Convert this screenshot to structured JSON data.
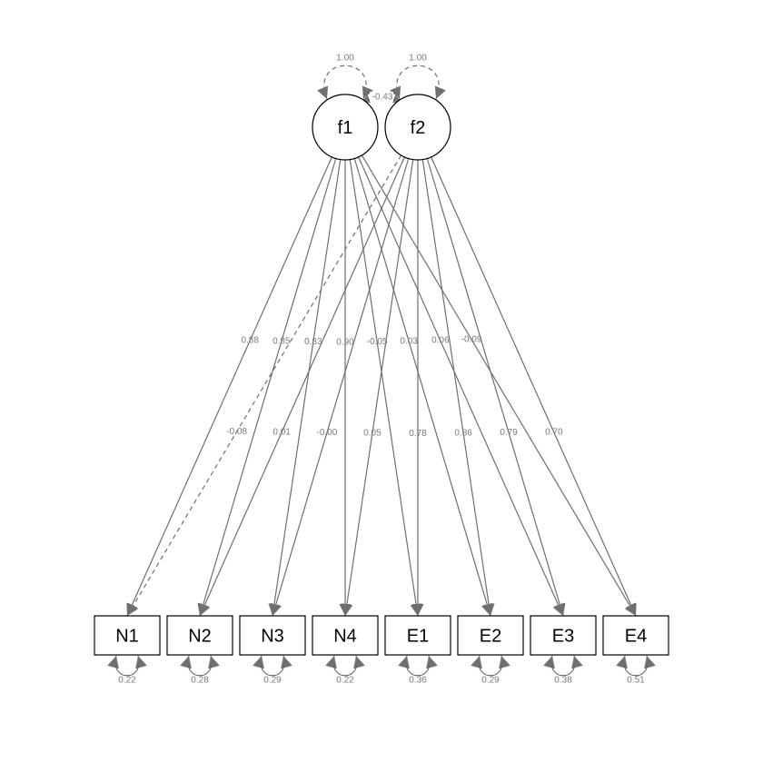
{
  "diagram": {
    "latents": [
      {
        "id": "f1",
        "label": "f1",
        "variance": "1.00"
      },
      {
        "id": "f2",
        "label": "f2",
        "variance": "1.00"
      }
    ],
    "covariance": {
      "from": "f1",
      "to": "f2",
      "label": "-0.43",
      "dashed": true
    },
    "indicators": [
      {
        "id": "N1",
        "label": "N1",
        "residual": "0.22"
      },
      {
        "id": "N2",
        "label": "N2",
        "residual": "0.28"
      },
      {
        "id": "N3",
        "label": "N3",
        "residual": "0.29"
      },
      {
        "id": "N4",
        "label": "N4",
        "residual": "0.22"
      },
      {
        "id": "E1",
        "label": "E1",
        "residual": "0.36"
      },
      {
        "id": "E2",
        "label": "E2",
        "residual": "0.29"
      },
      {
        "id": "E3",
        "label": "E3",
        "residual": "0.38"
      },
      {
        "id": "E4",
        "label": "E4",
        "residual": "0.51"
      }
    ],
    "loadings": [
      {
        "from": "f1",
        "to": "N1",
        "label": "0.88",
        "dashed": false
      },
      {
        "from": "f1",
        "to": "N2",
        "label": "0.85",
        "dashed": false
      },
      {
        "from": "f1",
        "to": "N3",
        "label": "0.83",
        "dashed": false
      },
      {
        "from": "f1",
        "to": "N4",
        "label": "0.90",
        "dashed": false
      },
      {
        "from": "f1",
        "to": "E1",
        "label": "-0.05",
        "dashed": false
      },
      {
        "from": "f1",
        "to": "E2",
        "label": "0.03",
        "dashed": false
      },
      {
        "from": "f1",
        "to": "E3",
        "label": "0.06",
        "dashed": false
      },
      {
        "from": "f1",
        "to": "E4",
        "label": "-0.09",
        "dashed": false
      },
      {
        "from": "f2",
        "to": "N1",
        "label": "-0.08",
        "dashed": true
      },
      {
        "from": "f2",
        "to": "N2",
        "label": "0.01",
        "dashed": false
      },
      {
        "from": "f2",
        "to": "N3",
        "label": "-0.00",
        "dashed": false
      },
      {
        "from": "f2",
        "to": "N4",
        "label": "0.05",
        "dashed": false
      },
      {
        "from": "f2",
        "to": "E1",
        "label": "0.78",
        "dashed": false
      },
      {
        "from": "f2",
        "to": "E2",
        "label": "0.86",
        "dashed": false
      },
      {
        "from": "f2",
        "to": "E3",
        "label": "0.79",
        "dashed": false
      },
      {
        "from": "f2",
        "to": "E4",
        "label": "0.70",
        "dashed": false
      }
    ]
  }
}
